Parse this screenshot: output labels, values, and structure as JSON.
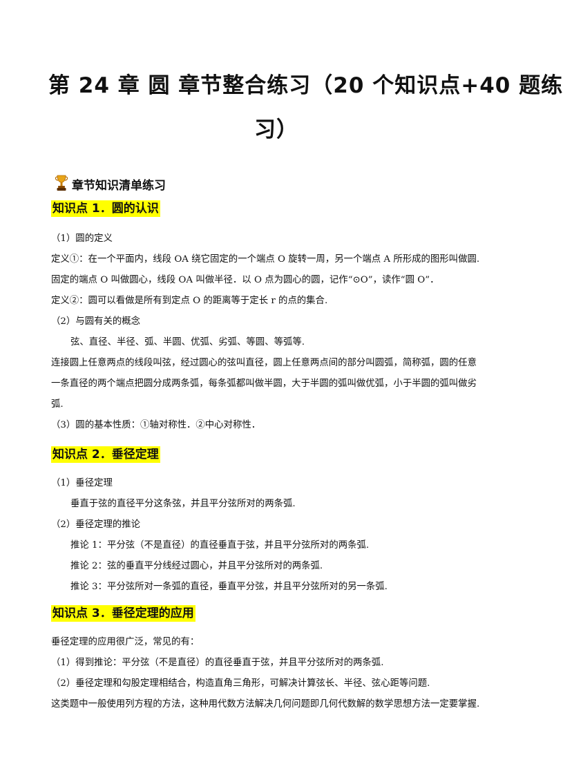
{
  "title": {
    "line1": "第 24 章  圆  章节整合练习（20 个知识点+40 题练",
    "line2": "习）"
  },
  "section": {
    "icon": "trophy-icon",
    "label": "章节知识清单练习"
  },
  "kp1": {
    "heading": "知识点 1．圆的认识",
    "lines": [
      "（1）圆的定义",
      "定义①：在一个平面内，线段 OA 绕它固定的一个端点 O 旋转一周，另一个端点 A 所形成的图形叫做圆.",
      "固定的端点 O 叫做圆心，线段 OA 叫做半径．以 O 点为圆心的圆，记作“⊙O”，读作“圆 O”．",
      "定义②：圆可以看做是所有到定点 O 的距离等于定长 r 的点的集合.",
      "（2）与圆有关的概念",
      "弦、直径、半径、弧、半圆、优弧、劣弧、等圆、等弧等.",
      "连接圆上任意两点的线段叫弦，经过圆心的弦叫直径，圆上任意两点间的部分叫圆弧，简称弧，圆的任意",
      "一条直径的两个端点把圆分成两条弧，每条弧都叫做半圆，大于半圆的弧叫做优弧，小于半圆的弧叫做劣",
      "弧.",
      "（3）圆的基本性质：①轴对称性．②中心对称性．"
    ]
  },
  "kp2": {
    "heading": "知识点 2．垂径定理",
    "lines": [
      "（1）垂径定理",
      "垂直于弦的直径平分这条弦，并且平分弦所对的两条弧.",
      "（2）垂径定理的推论",
      "推论 1：平分弦（不是直径）的直径垂直于弦，并且平分弦所对的两条弧.",
      "推论 2：弦的垂直平分线经过圆心，并且平分弦所对的两条弧.",
      "推论 3：平分弦所对一条弧的直径，垂直平分弦，并且平分弦所对的另一条弧."
    ]
  },
  "kp3": {
    "heading": "知识点 3．垂径定理的应用",
    "lines": [
      "垂径定理的应用很广泛，常见的有：",
      "（1）得到推论：平分弦（不是直径）的直径垂直于弦，并且平分弦所对的两条弧.",
      "（2）垂径定理和勾股定理相结合，构造直角三角形，可解决计算弦长、半径、弦心距等问题.",
      "这类题中一般使用列方程的方法，这种用代数方法解决几何问题即几何代数解的数学思想方法一定要掌握."
    ]
  }
}
